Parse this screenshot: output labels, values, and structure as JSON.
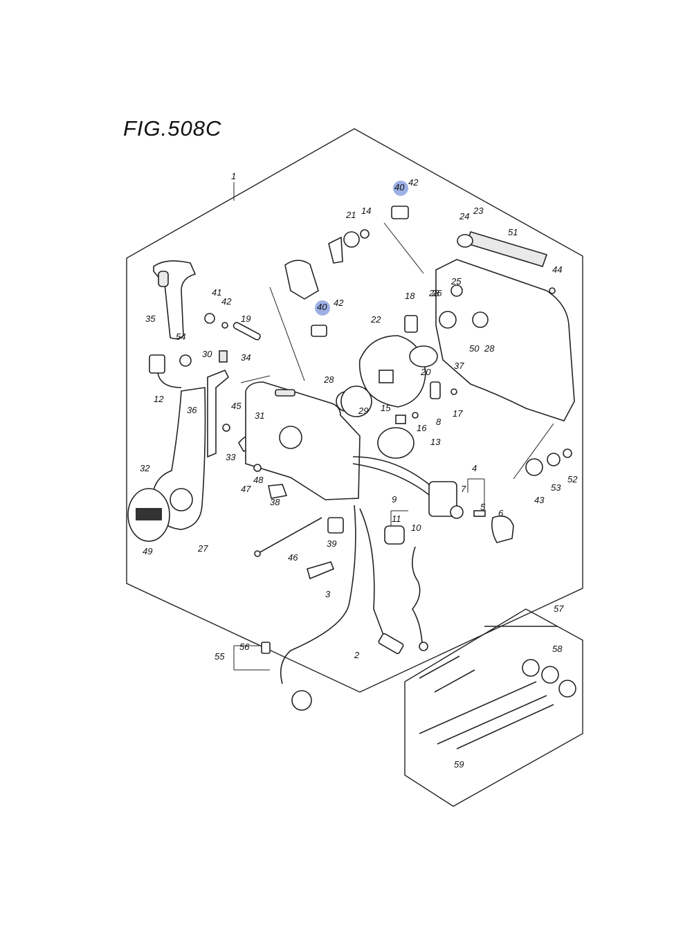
{
  "figure": {
    "title": "FIG.508C",
    "highlight_color": "#9db0e6"
  },
  "labels": [
    {
      "id": "1",
      "text": "1"
    },
    {
      "id": "2",
      "text": "2"
    },
    {
      "id": "3",
      "text": "3"
    },
    {
      "id": "4",
      "text": "4"
    },
    {
      "id": "5",
      "text": "5"
    },
    {
      "id": "6",
      "text": "6"
    },
    {
      "id": "7",
      "text": "7"
    },
    {
      "id": "8",
      "text": "8"
    },
    {
      "id": "9",
      "text": "9"
    },
    {
      "id": "10",
      "text": "10"
    },
    {
      "id": "11",
      "text": "11"
    },
    {
      "id": "12",
      "text": "12"
    },
    {
      "id": "13",
      "text": "13"
    },
    {
      "id": "14",
      "text": "14"
    },
    {
      "id": "15",
      "text": "15"
    },
    {
      "id": "16",
      "text": "16"
    },
    {
      "id": "17",
      "text": "17"
    },
    {
      "id": "18",
      "text": "18"
    },
    {
      "id": "19",
      "text": "19"
    },
    {
      "id": "20",
      "text": "20"
    },
    {
      "id": "21",
      "text": "21"
    },
    {
      "id": "22",
      "text": "22"
    },
    {
      "id": "23",
      "text": "23"
    },
    {
      "id": "24",
      "text": "24"
    },
    {
      "id": "25",
      "text": "25"
    },
    {
      "id": "26",
      "text": "26"
    },
    {
      "id": "27",
      "text": "27"
    },
    {
      "id": "28a",
      "text": "28"
    },
    {
      "id": "28b",
      "text": "28"
    },
    {
      "id": "28c",
      "text": "28"
    },
    {
      "id": "29",
      "text": "29"
    },
    {
      "id": "30",
      "text": "30"
    },
    {
      "id": "31",
      "text": "31"
    },
    {
      "id": "32",
      "text": "32"
    },
    {
      "id": "33",
      "text": "33"
    },
    {
      "id": "34",
      "text": "34"
    },
    {
      "id": "35",
      "text": "35"
    },
    {
      "id": "36",
      "text": "36"
    },
    {
      "id": "37",
      "text": "37"
    },
    {
      "id": "38",
      "text": "38"
    },
    {
      "id": "39",
      "text": "39"
    },
    {
      "id": "40a",
      "text": "40"
    },
    {
      "id": "40b",
      "text": "40"
    },
    {
      "id": "41",
      "text": "41"
    },
    {
      "id": "42a",
      "text": "42"
    },
    {
      "id": "42b",
      "text": "42"
    },
    {
      "id": "42c",
      "text": "42"
    },
    {
      "id": "43",
      "text": "43"
    },
    {
      "id": "44",
      "text": "44"
    },
    {
      "id": "45",
      "text": "45"
    },
    {
      "id": "46",
      "text": "46"
    },
    {
      "id": "47",
      "text": "47"
    },
    {
      "id": "48",
      "text": "48"
    },
    {
      "id": "49",
      "text": "49"
    },
    {
      "id": "50",
      "text": "50"
    },
    {
      "id": "51",
      "text": "51"
    },
    {
      "id": "52",
      "text": "52"
    },
    {
      "id": "53",
      "text": "53"
    },
    {
      "id": "54",
      "text": "54"
    },
    {
      "id": "55",
      "text": "55"
    },
    {
      "id": "56",
      "text": "56"
    },
    {
      "id": "57",
      "text": "57"
    },
    {
      "id": "58",
      "text": "58"
    },
    {
      "id": "59",
      "text": "59"
    }
  ]
}
